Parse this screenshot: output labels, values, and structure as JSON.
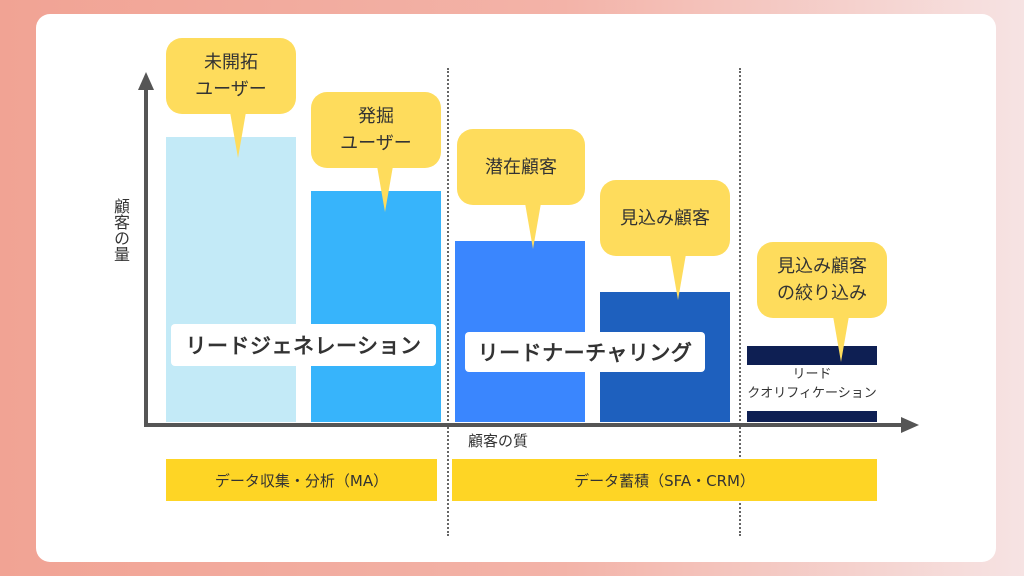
{
  "axes": {
    "y_label": "顧客の量",
    "x_label": "顧客の質"
  },
  "stages": {
    "lead_generation": "リードジェネレーション",
    "lead_nurturing": "リードナーチャリング",
    "lead_qualification": [
      "リード",
      "クオリフィケーション"
    ]
  },
  "bubbles": {
    "unexplored": [
      "未開拓",
      "ユーザー"
    ],
    "discovered": [
      "発掘",
      "ユーザー"
    ],
    "potential": [
      "潜在顧客"
    ],
    "prospect": [
      "見込み顧客"
    ],
    "narrowed": [
      "見込み顧客",
      "の絞り込み"
    ]
  },
  "bands": {
    "ma": "データ収集・分析（MA）",
    "crm": "データ蓄積（SFA・CRM）"
  },
  "bar_colors": {
    "unexplored": "#c3eaf7",
    "discovered": "#37b4fb",
    "potential": "#3a86fe",
    "prospect": "#1e60be",
    "narrowed": "#0e1f53"
  }
}
